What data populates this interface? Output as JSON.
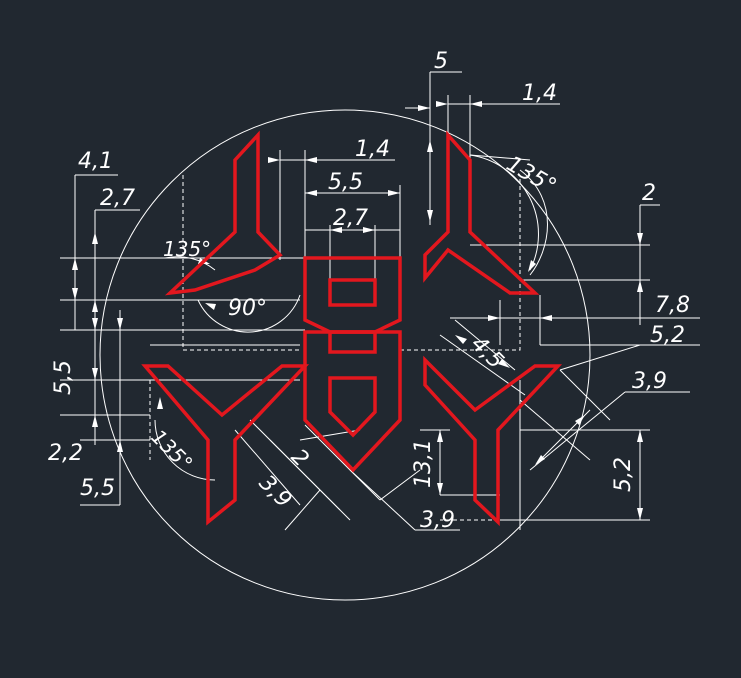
{
  "drawing": {
    "background": "#212830",
    "outline_color": "#e3171e",
    "line_color": "#ffffff",
    "dimensions": {
      "top_gap": "5",
      "top_offset": "1,4",
      "angle_top_right": "135°",
      "slot_offset": "1,4",
      "slot_width": "5,5",
      "slot_inner": "2,7",
      "left_41": "4,1",
      "left_27": "2,7",
      "angle_top_left": "135°",
      "angle_center": "90°",
      "right_2": "2",
      "right_78": "7,8",
      "diag_45": "4,5",
      "right_52a": "5,2",
      "right_39": "3,9",
      "left_55a": "5,5",
      "left_22": "2,2",
      "left_55b": "5,5",
      "angle_bottom_left": "135°",
      "diag_2": "2",
      "diag_39a": "3,9",
      "vert_131": "13,1",
      "diag_39b": "3,9",
      "right_52b": "5,2"
    }
  }
}
